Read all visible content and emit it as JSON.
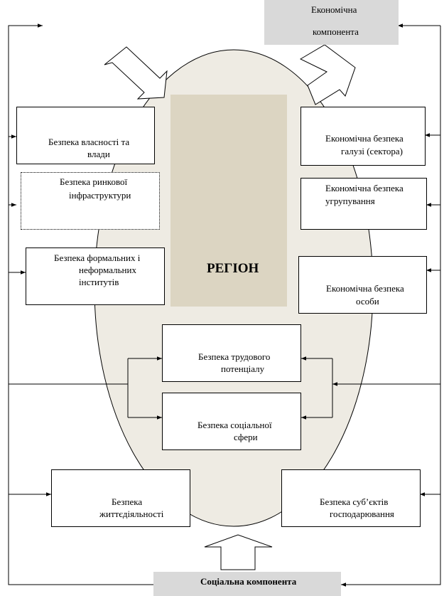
{
  "top_component": {
    "line1": "Економічна",
    "line2": "компонента"
  },
  "bottom_component": {
    "label": "Соціальна компонента"
  },
  "region": {
    "title": "РЕГІОН"
  },
  "boxes": {
    "property_power": {
      "line1": "Безпека власності та",
      "line2": "влади"
    },
    "market_infra": {
      "line1": "Безпека ринкової",
      "line2": "інфраструктури"
    },
    "institutions": {
      "line1": "Безпека формальних і",
      "line2": "неформальних",
      "line3": "інститутів"
    },
    "industry": {
      "line1": "Економічна  безпека",
      "line2": "галузі (сектора)"
    },
    "grouping": {
      "line1": "Економічна  безпека",
      "line2": "угрупування"
    },
    "person": {
      "line1": "Економічна безпека",
      "line2": "особи"
    },
    "labor": {
      "line1": "Безпека трудового",
      "line2": "потенціалу"
    },
    "social": {
      "line1": "Безпека соціальної",
      "line2": "сфери"
    },
    "life": {
      "line1": "Безпека",
      "line2": "життєдіяльності"
    },
    "subjects": {
      "line1": "Безпека суб’єктів",
      "line2": "господарювання"
    }
  }
}
